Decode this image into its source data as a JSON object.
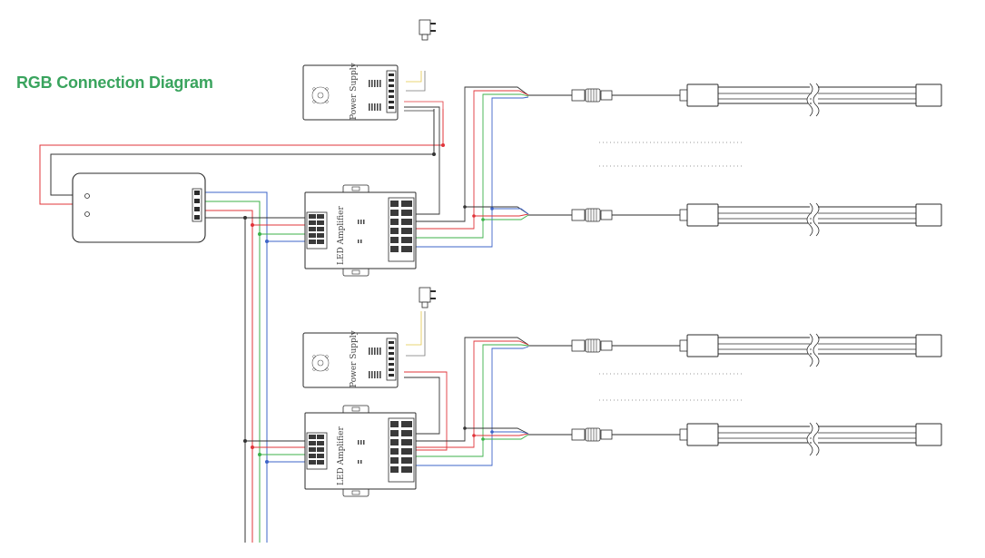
{
  "title": "RGB Connection Diagram",
  "labels": {
    "power_supply": "Power Supply",
    "led_amplifier": "LED Amplifier"
  },
  "colors": {
    "title": "#3aa45e",
    "red": "#e0343a",
    "green": "#3cb24a",
    "blue": "#3d64c8",
    "black": "#333333",
    "yellow": "#e3c64a",
    "outline": "#2b2b2b"
  }
}
